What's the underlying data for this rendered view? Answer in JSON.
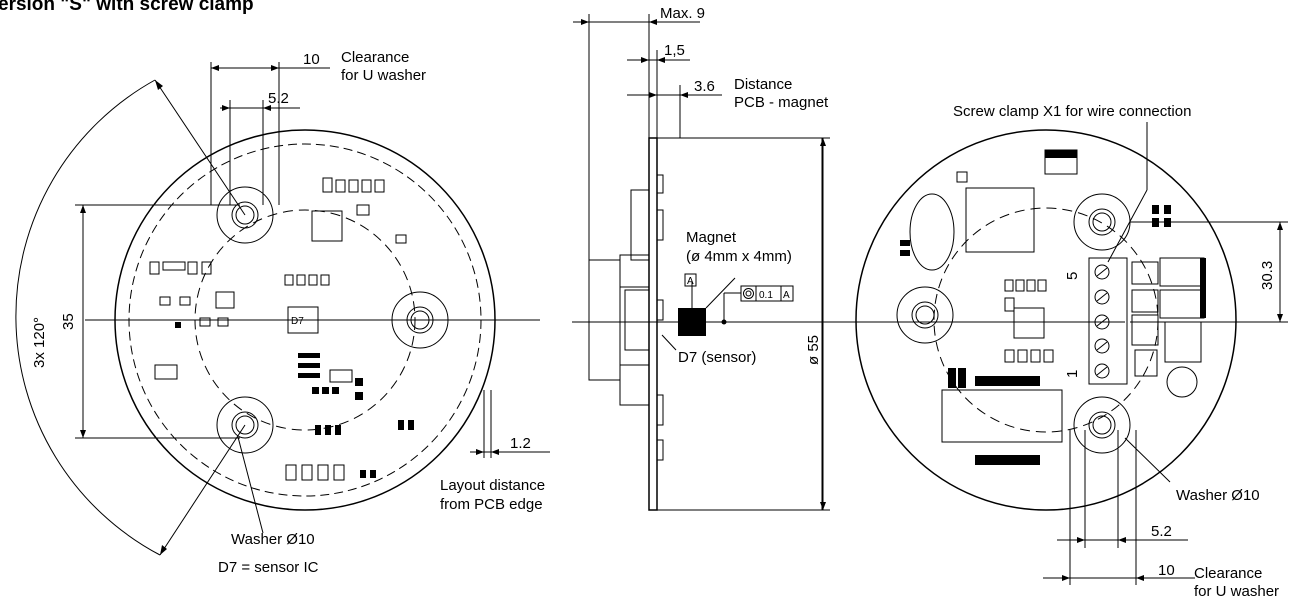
{
  "title": "ersion \"S\" with screw clamp",
  "left_view": {
    "clearance_dim": "10",
    "clearance_label_line1": "Clearance",
    "clearance_label_line2": "for U washer",
    "hole_dim": "5.2",
    "spacing_dim": "35",
    "angle_dim": "3x  120°",
    "component_label": "D7",
    "edge_dim": "1.2",
    "layout_label_line1": "Layout distance",
    "layout_label_line2": "from PCB edge",
    "washer_label": "Washer Ø10",
    "ic_note": "D7 = sensor IC"
  },
  "side_view": {
    "max_dim": "Max. 9",
    "thickness_dim": "1,5",
    "distance_dim": "3.6",
    "distance_label_line1": "Distance",
    "distance_label_line2": "PCB - magnet",
    "magnet_line1": "Magnet",
    "magnet_line2": "(ø 4mm x 4mm)",
    "datum": "A",
    "tolerance": "0.1",
    "tolerance_datum": "A",
    "sensor_label": "D7 (sensor)",
    "diameter_dim": "ø 55"
  },
  "right_view": {
    "clamp_label": "Screw clamp X1 for wire connection",
    "pin_5": "5",
    "pin_1": "1",
    "offset_dim": "30.3",
    "washer_label": "Washer Ø10",
    "hole_dim": "5.2",
    "clearance_dim": "10",
    "clearance_label_line1": "Clearance",
    "clearance_label_line2": "for U washer"
  }
}
